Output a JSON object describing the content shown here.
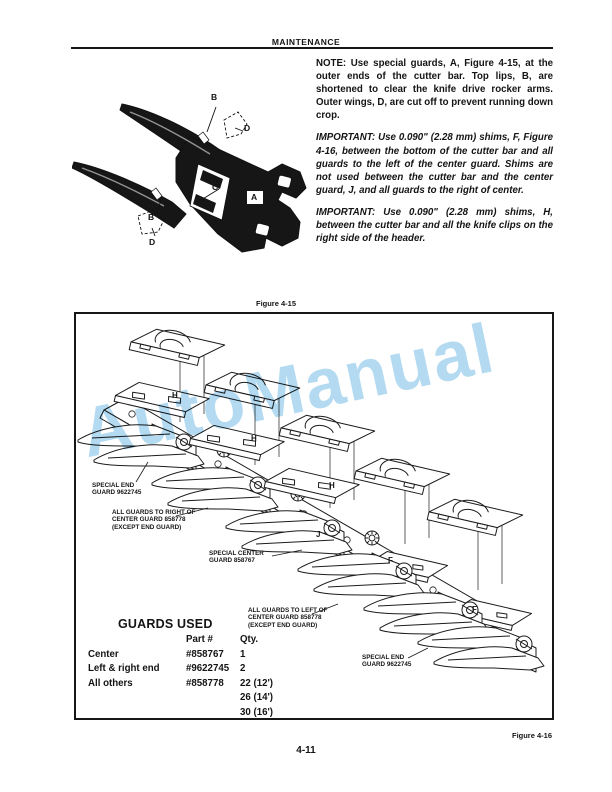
{
  "header": {
    "title": "MAINTENANCE"
  },
  "footer": {
    "page_number": "4-11"
  },
  "right_column": {
    "note": "NOTE: Use special guards, A, Figure 4-15, at the outer ends of the cutter bar. Top lips, B, are shortened to clear the knife drive rocker arms. Outer wings, D, are cut off to prevent running down crop.",
    "important_1": "IMPORTANT: Use 0.090\" (2.28 mm) shims, F, Figure 4-16, between the bottom of the cutter bar and all guards to the left of the center guard. Shims are not used between the cutter bar and the center guard, J, and all guards to the right of center.",
    "important_2": "IMPORTANT: Use 0.090\" (2.28 mm) shims, H, between the cutter bar and all the knife clips on the right side of the header."
  },
  "figure_4_15": {
    "caption": "Figure 4-15",
    "labels": {
      "a": "A",
      "b": "B",
      "c": "C",
      "d": "D"
    }
  },
  "figure_4_16": {
    "caption": "Figure 4-16",
    "watermark": "AutoManual",
    "watermark_color": "#b3daf1",
    "part_labels": {
      "h": "H",
      "f": "F",
      "j": "J"
    },
    "callouts": {
      "special_end_guard_top": [
        "SPECIAL END",
        "GUARD 9622745"
      ],
      "guards_right_of_center": [
        "ALL GUARDS TO RIGHT OF",
        "CENTER GUARD 858778",
        "(EXCEPT END GUARD)"
      ],
      "special_center_guard": [
        "SPECIAL CENTER",
        "GUARD 858767"
      ],
      "guards_left_of_center": [
        "ALL GUARDS TO LEFT OF",
        "CENTER GUARD 858778",
        "(EXCEPT END GUARD)"
      ],
      "special_end_guard_bottom": [
        "SPECIAL END",
        "GUARD 9622745"
      ]
    },
    "guards_table": {
      "title": "GUARDS USED",
      "columns": {
        "part": "Part #",
        "qty": "Qty."
      },
      "rows": [
        {
          "name": "Center",
          "part": "#858767",
          "qty": [
            "1"
          ]
        },
        {
          "name": "Left & right end",
          "part": "#9622745",
          "qty": [
            "2"
          ]
        },
        {
          "name": "All others",
          "part": "#858778",
          "qty": [
            "22 (12')",
            "26 (14')",
            "30 (16')"
          ]
        }
      ]
    }
  }
}
